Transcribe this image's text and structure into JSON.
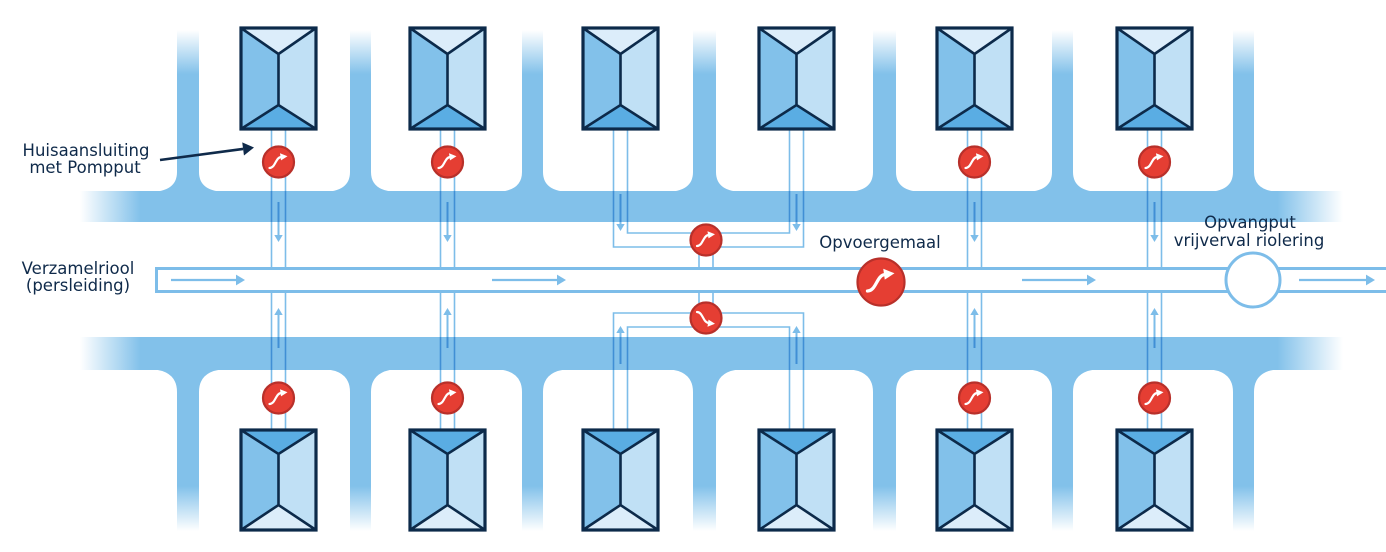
{
  "labels": {
    "house_connection": {
      "line1": "Huisaansluiting",
      "line2": "met Pompput"
    },
    "collector_sewer": {
      "line1": "Verzamelriool",
      "line2": "(persleiding)"
    },
    "booster_station": "Opvoergemaal",
    "catch_pit": {
      "line1": "Opvangput",
      "line2": "vrijverval riolering"
    }
  },
  "colors": {
    "road": "#82c1ea",
    "pipe": "#7dbde9",
    "house_stroke": "#0c2a4a",
    "house_light": "#dcedfa",
    "house_left": "#82c1ea",
    "house_right": "#c0e0f5",
    "house_dark": "#5aade3",
    "pump_fill": "#e53e33",
    "pump_stroke": "#b8302a",
    "pump_glyph": "#ffffff",
    "text": "#0f2a4a",
    "background": "#ffffff"
  },
  "houses": {
    "top": [
      {
        "id": "top-1",
        "connection": "individual-pump"
      },
      {
        "id": "top-2",
        "connection": "individual-pump"
      },
      {
        "id": "top-3",
        "connection": "shared-pump"
      },
      {
        "id": "top-4",
        "connection": "shared-pump"
      },
      {
        "id": "top-5",
        "connection": "individual-pump"
      },
      {
        "id": "top-6",
        "connection": "individual-pump"
      }
    ],
    "bottom": [
      {
        "id": "bottom-1",
        "connection": "individual-pump"
      },
      {
        "id": "bottom-2",
        "connection": "individual-pump"
      },
      {
        "id": "bottom-3",
        "connection": "shared-pump"
      },
      {
        "id": "bottom-4",
        "connection": "shared-pump"
      },
      {
        "id": "bottom-5",
        "connection": "individual-pump"
      },
      {
        "id": "bottom-6",
        "connection": "individual-pump"
      }
    ]
  },
  "shared_pumps": [
    {
      "side": "top",
      "serves": [
        "top-3",
        "top-4"
      ],
      "icon": "pump-rising-icon"
    },
    {
      "side": "bottom",
      "serves": [
        "bottom-3",
        "bottom-4"
      ],
      "icon": "pump-falling-icon"
    }
  ],
  "house_pipe_flow": "toward-collector",
  "main_pipe": {
    "flow": "left-to-right",
    "flow_arrows": 4
  },
  "roads": {
    "horizontal": 2,
    "side_streets_per_row": 7
  }
}
